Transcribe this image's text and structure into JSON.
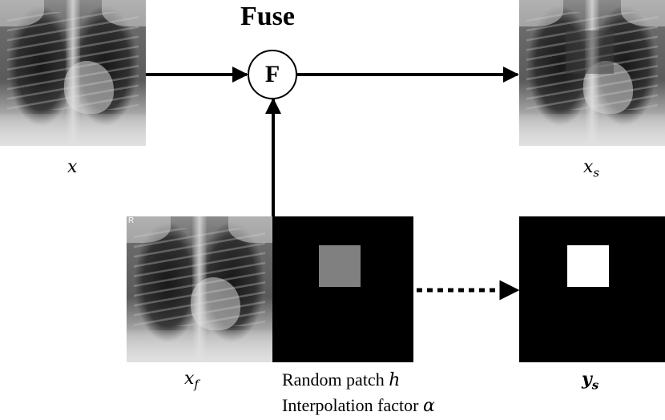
{
  "title": "Fuse",
  "fuse_node": {
    "symbol": "F"
  },
  "labels": {
    "x": {
      "base": "x",
      "sub": ""
    },
    "xs": {
      "base": "x",
      "sub": "s"
    },
    "xf": {
      "base": "x",
      "sub": "f"
    },
    "ys": {
      "base": "y",
      "sub": "s"
    }
  },
  "captions": {
    "line1": "Random patch ",
    "line1_var": "h",
    "line2": "Interpolation factor ",
    "line2_var": "α"
  },
  "xf_image_marker": "R",
  "colors": {
    "mask_background": "#000000",
    "input_patch": "#808080",
    "output_patch": "#ffffff",
    "arrow": "#000000"
  }
}
